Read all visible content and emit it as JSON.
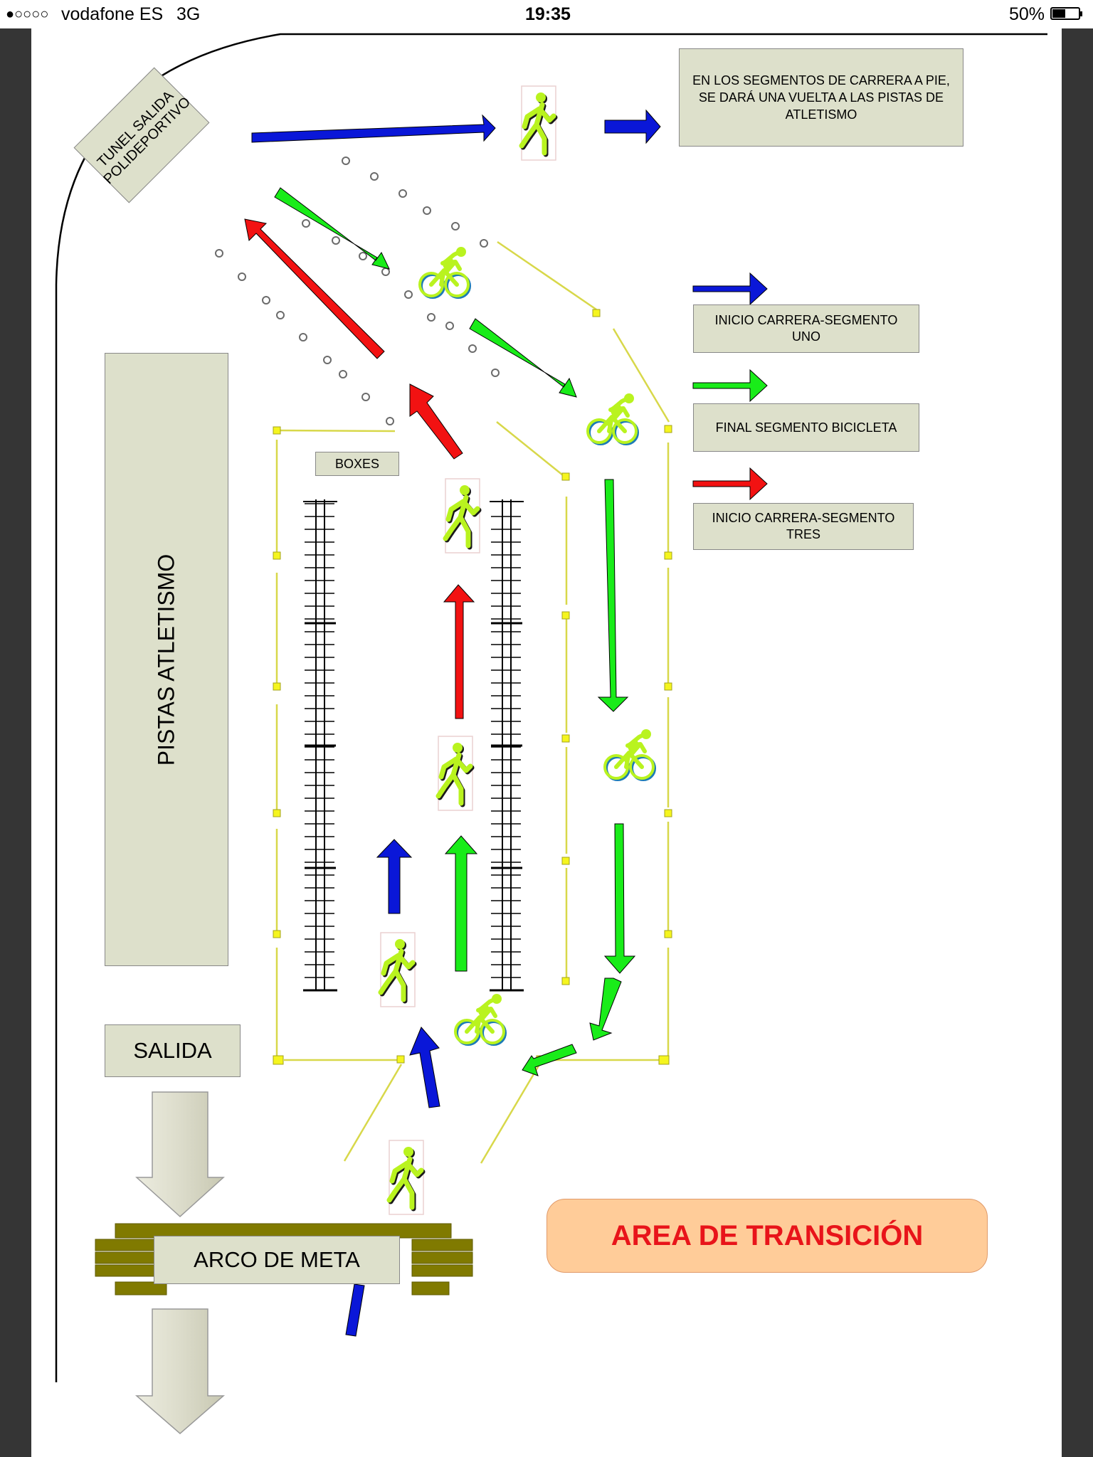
{
  "status_bar": {
    "signal": "●○○○○",
    "carrier": "vodafone ES",
    "network": "3G",
    "time": "19:35",
    "battery_percent": "50%",
    "battery_level": 0.5
  },
  "diagram": {
    "tunnel_label": [
      "TUNEL SALIDA",
      "POLIDEPORTIVO"
    ],
    "note": "EN LOS SEGMENTOS DE CARRERA A PIE, SE DARÁ UNA VUELTA A LAS PISTAS DE ATLETISMO",
    "track_label": "PISTAS ATLETISMO",
    "boxes_label": "BOXES",
    "start_label": "SALIDA",
    "finish_label": "ARCO DE META",
    "area_title": "AREA DE TRANSICIÓN",
    "legend": [
      {
        "color": "#0a17d8",
        "label": "INICIO CARRERA-SEGMENTO UNO"
      },
      {
        "color": "#19ec19",
        "label": "FINAL SEGMENTO BICICLETA"
      },
      {
        "color": "#f21212",
        "label": "INICIO CARRERA-SEGMENTO TRES"
      }
    ],
    "colors": {
      "blue": "#0a17d8",
      "green": "#19ec19",
      "red": "#f21212",
      "label_fill": "#dde0cb",
      "fence": "#d8d84a",
      "arch": "#807a00",
      "area_fill": "#ffcc99",
      "area_text": "#e8141a",
      "figure": "#b9f31f"
    },
    "icons": [
      "runner-icon",
      "cyclist-icon",
      "cone-icon",
      "bike-rack",
      "fence-post"
    ]
  }
}
